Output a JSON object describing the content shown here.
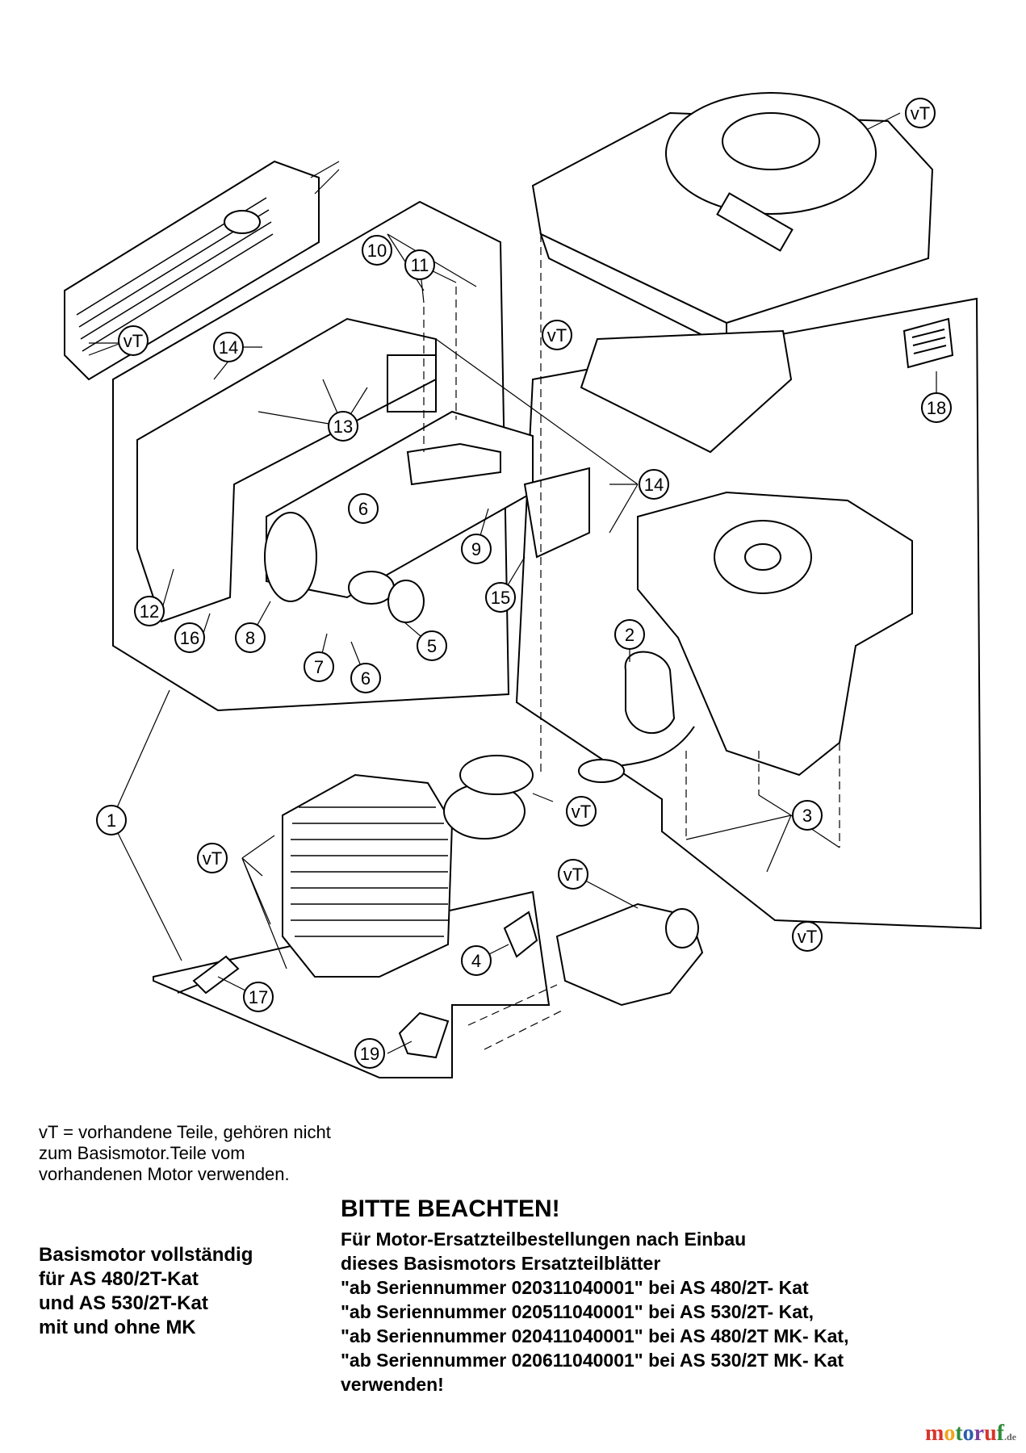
{
  "callouts": [
    "vT",
    "10",
    "11",
    "14",
    "vT",
    "13",
    "12",
    "16",
    "8",
    "6",
    "7",
    "6",
    "5",
    "9",
    "15",
    "14",
    "vT",
    "18",
    "2",
    "1",
    "vT",
    "vT",
    "3",
    "vT",
    "vT",
    "4",
    "17",
    "19"
  ],
  "legend": {
    "lines": [
      "vT = vorhandene Teile, gehören nicht",
      "zum Basismotor.Teile vom",
      "vorhandenen Motor verwenden."
    ]
  },
  "base_engine": {
    "lines": [
      "Basismotor vollständig",
      "für AS 480/2T-Kat",
      "und AS 530/2T-Kat",
      "mit und ohne MK"
    ]
  },
  "notice": {
    "title": "BITTE BEACHTEN!",
    "lines": [
      "Für Motor-Ersatzteilbestellungen nach Einbau",
      "dieses Basismotors Ersatzteilblätter",
      "\"ab Seriennummer 020311040001\" bei AS 480/2T- Kat",
      "\"ab Seriennummer 020511040001\" bei AS 530/2T- Kat,",
      "\"ab Seriennummer 020411040001\" bei AS 480/2T MK- Kat,",
      "\"ab Seriennummer 020611040001\" bei AS 530/2T MK- Kat",
      "verwenden!"
    ]
  },
  "watermark": {
    "parts": [
      "m",
      "o",
      "t",
      "o",
      "r",
      "u",
      "f"
    ],
    "suffix": ".de"
  }
}
